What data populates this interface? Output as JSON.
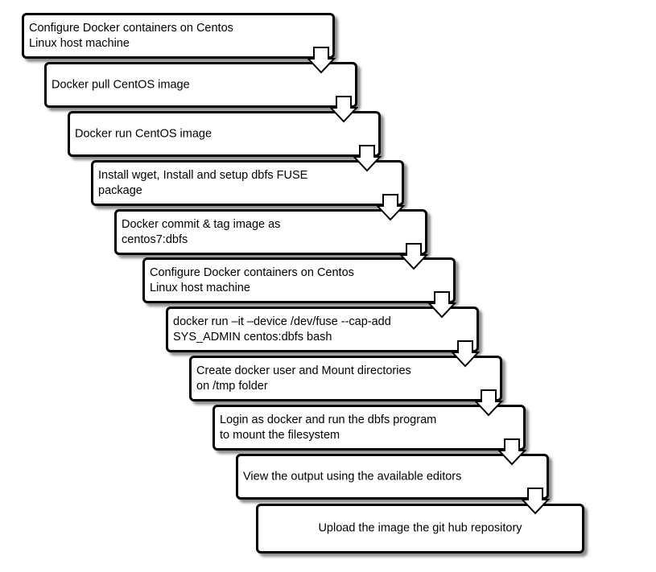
{
  "steps": [
    {
      "line1": "Configure Docker containers on Centos",
      "line2": "Linux host machine"
    },
    {
      "line1": "Docker pull CentOS image",
      "line2": ""
    },
    {
      "line1": "Docker run CentOS image",
      "line2": ""
    },
    {
      "line1": "Install wget, Install and setup dbfs FUSE",
      "line2": "package"
    },
    {
      "line1": "Docker commit & tag image as",
      "line2": "centos7:dbfs"
    },
    {
      "line1": "Configure Docker containers on Centos",
      "line2": "Linux host machine"
    },
    {
      "line1": "docker run –it –device /dev/fuse --cap-add",
      "line2": "SYS_ADMIN centos:dbfs bash"
    },
    {
      "line1": "Create docker user and Mount directories",
      "line2": "on /tmp folder"
    },
    {
      "line1": "Login as docker and run the dbfs program",
      "line2": "to mount the filesystem"
    },
    {
      "line1": "View the output using the available editors",
      "line2": ""
    },
    {
      "line1": "Upload the image the git hub repository",
      "line2": ""
    }
  ],
  "colors": {
    "box_border": "#000000",
    "box_fill": "#ffffff",
    "arrow_fill": "#ffffff",
    "arrow_stroke": "#000000"
  }
}
